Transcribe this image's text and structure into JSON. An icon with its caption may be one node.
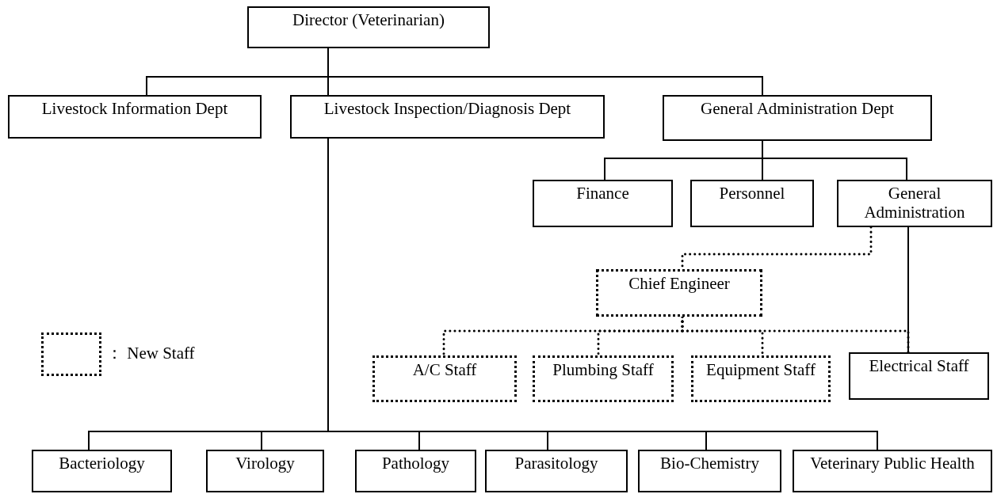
{
  "diagram": {
    "nodes": [
      {
        "text": [
          "Director (Veterinarian)"
        ]
      },
      {
        "text": [
          "Livestock Information Dept"
        ]
      },
      {
        "text": [
          "Livestock Inspection/Diagnosis Dept"
        ]
      },
      {
        "text": [
          "General Administration Dept"
        ]
      },
      {
        "text": [
          "Finance"
        ]
      },
      {
        "text": [
          "Personnel"
        ]
      },
      {
        "text": [
          "General Administration"
        ]
      },
      {
        "text": [
          "Chief Engineer"
        ]
      },
      {
        "text": [
          "A/C Staff"
        ]
      },
      {
        "text": [
          "Plumbing Staff"
        ]
      },
      {
        "text": [
          "Equipment Staff"
        ]
      },
      {
        "text": [
          "Electrical Staff"
        ]
      },
      {
        "text": [
          "Bacteriology"
        ]
      },
      {
        "text": [
          "Virology"
        ]
      },
      {
        "text": [
          "Pathology"
        ]
      },
      {
        "text": [
          "Parasitology"
        ]
      },
      {
        "text": [
          "Bio-Chemistry"
        ]
      },
      {
        "text": [
          "Veterinary Public Health"
        ]
      }
    ],
    "edges": [
      {
        "from": 0,
        "to": 1,
        "arrow": "none"
      },
      {
        "from": 0,
        "to": 2,
        "arrow": "none"
      },
      {
        "from": 0,
        "to": 3,
        "arrow": "none"
      },
      {
        "from": 3,
        "to": 4,
        "arrow": "none"
      },
      {
        "from": 3,
        "to": 5,
        "arrow": "none"
      },
      {
        "from": 3,
        "to": 6,
        "arrow": "none"
      },
      {
        "from": 6,
        "to": 7,
        "arrow": "none",
        "style": "dashed"
      },
      {
        "from": 7,
        "to": 8,
        "arrow": "none",
        "style": "dashed"
      },
      {
        "from": 7,
        "to": 9,
        "arrow": "none",
        "style": "dashed"
      },
      {
        "from": 7,
        "to": 10,
        "arrow": "none",
        "style": "dashed"
      },
      {
        "from": 7,
        "to": 11,
        "arrow": "none",
        "style": "dashed"
      },
      {
        "from": 6,
        "to": 11,
        "arrow": "none"
      },
      {
        "from": 2,
        "to": 12,
        "arrow": "none"
      },
      {
        "from": 2,
        "to": 13,
        "arrow": "none"
      },
      {
        "from": 2,
        "to": 14,
        "arrow": "none"
      },
      {
        "from": 2,
        "to": 15,
        "arrow": "none"
      },
      {
        "from": 2,
        "to": 16,
        "arrow": "none"
      },
      {
        "from": 2,
        "to": 17,
        "arrow": "none"
      }
    ],
    "legend": [
      {
        "text": "： New Staff"
      }
    ]
  }
}
